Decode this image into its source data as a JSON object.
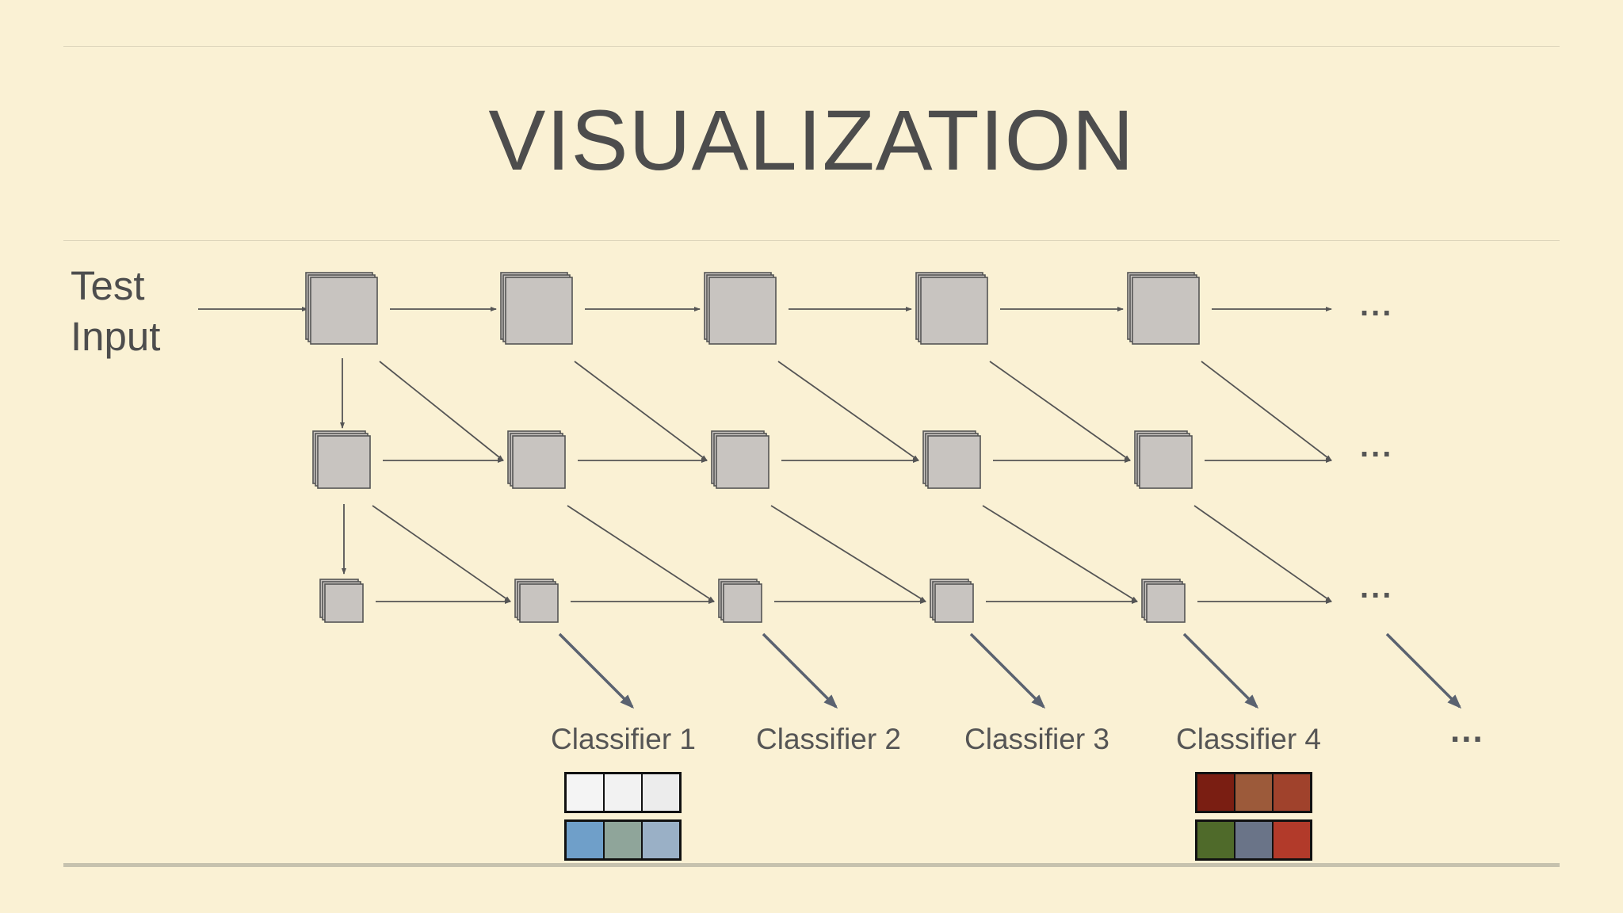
{
  "slide": {
    "title": "VISUALIZATION",
    "input_label": [
      "Test",
      "Input"
    ],
    "classifiers": [
      "Classifier 1",
      "Classifier 2",
      "Classifier 3",
      "Classifier 4"
    ],
    "ellipsis": "..."
  },
  "colors": {
    "background": "#faf1d4",
    "box_fill": "#c8c4c0",
    "box_stroke": "#555555",
    "arrow": "#555555",
    "classifier_arrow": "#5a6270",
    "text": "#4d4d4d"
  },
  "thumbnails": {
    "classifier_1": [
      [
        "#f4f4f4",
        "#f2f2f2",
        "#ececec"
      ],
      [
        "#6f9fc9",
        "#8fa59a",
        "#9ab0c6"
      ]
    ],
    "classifier_4": [
      [
        "#7a1e12",
        "#9c5a3a",
        "#a0422c"
      ],
      [
        "#4f6a2a",
        "#6a7488",
        "#b23a2a"
      ]
    ]
  }
}
